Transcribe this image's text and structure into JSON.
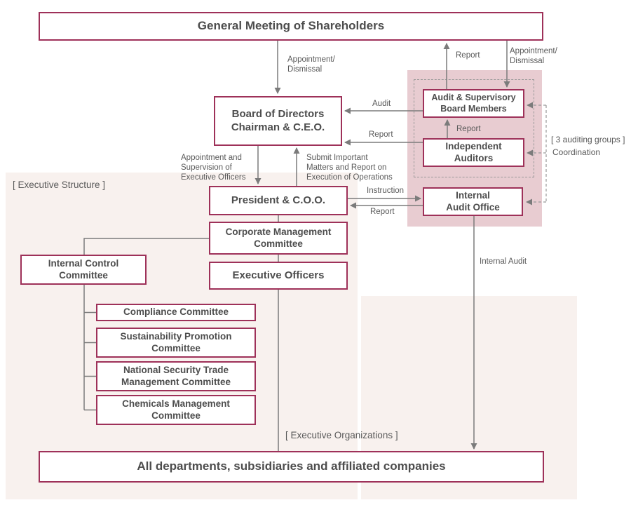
{
  "diagram": {
    "boxes": {
      "general_meeting": "General Meeting of Shareholders",
      "board_of_directors": "Board of Directors\nChairman & C.E.O.",
      "audit_supervisory_board": "Audit & Supervisory\nBoard Members",
      "independent_auditors": "Independent\nAuditors",
      "internal_audit_office": "Internal\nAudit Office",
      "president": "President & C.O.O.",
      "corporate_management_committee": "Corporate Management\nCommittee",
      "executive_officers": "Executive Officers",
      "internal_control_committee": "Internal Control\nCommittee",
      "compliance_committee": "Compliance Committee",
      "sustainability_committee": "Sustainability Promotion\nCommittee",
      "national_security_committee": "National Security Trade\nManagement Committee",
      "chemicals_committee": "Chemicals Management\nCommittee",
      "all_departments": "All departments, subsidiaries and affiliated companies"
    },
    "flow_labels": {
      "appointment_dismissal_board": "Appointment/\nDismissal",
      "report_to_shareholders": "Report",
      "appointment_dismissal_audit": "Appointment/\nDismissal",
      "audit": "Audit",
      "report_to_board": "Report",
      "report_auditors": "Report",
      "appointment_supervision": "Appointment and\nSupervision of\nExecutive Officers",
      "submit_matters": "Submit Important\nMatters and Report on\nExecution of Operations",
      "instruction": "Instruction",
      "report_to_president": "Report",
      "internal_audit": "Internal Audit"
    },
    "section_labels": {
      "executive_structure": "[ Executive Structure ]",
      "executive_organizations": "[ Executive Organizations ]",
      "auditing_groups": "[ 3 auditing groups ]",
      "coordination": "Coordination"
    },
    "colors": {
      "box_border": "#9e3159",
      "panel_pink": "#e8ccd1",
      "panel_beige": "#f8f1ee",
      "arrow_gray": "#7b7b7b",
      "dashed_gray": "#999999",
      "box_text": "#4d4d4d",
      "label_text": "#595959"
    }
  }
}
